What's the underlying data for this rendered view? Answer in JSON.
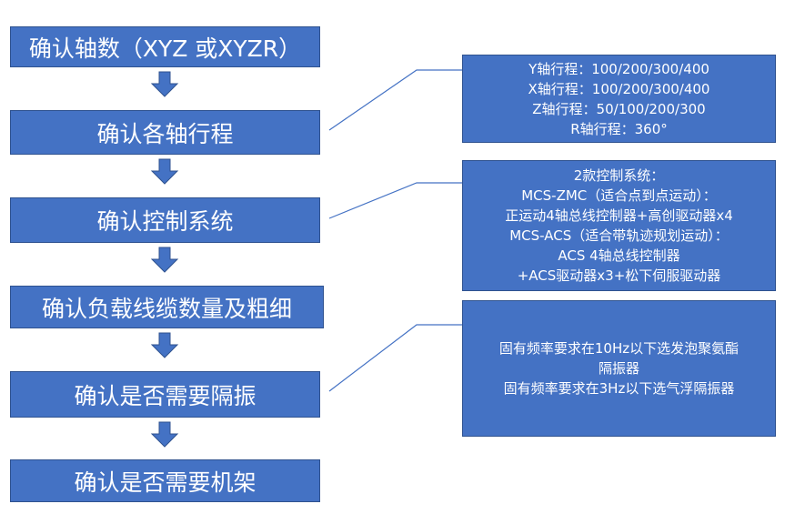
{
  "steps": [
    "确认轴数（XYZ 或XYZR）",
    "确认各轴行程",
    "确认控制系统",
    "确认负载线缆数量及粗细",
    "确认是否需要隔振",
    "确认是否需要机架"
  ],
  "notes": {
    "travel": [
      "Y轴行程：100/200/300/400",
      "X轴行程：100/200/300/400",
      "Z轴行程：50/100/200/300",
      "R轴行程：360°"
    ],
    "control": [
      "2款控制系统：",
      "MCS-ZMC（适合点到点运动）：",
      "正运动4轴总线控制器+高创驱动器x4",
      "MCS-ACS（适合带轨迹规划运动）：",
      "ACS 4轴总线控制器",
      "+ACS驱动器x3+松下伺服驱动器"
    ],
    "isolation": [
      "固有频率要求在10Hz以下选发泡聚氨酯",
      "隔振器",
      "固有频率要求在3Hz以下选气浮隔振器"
    ]
  },
  "colors": {
    "box_fill": "#4472c4",
    "box_border": "#2f528f",
    "arrow": "#4472c4",
    "connector": "#4472c4"
  }
}
